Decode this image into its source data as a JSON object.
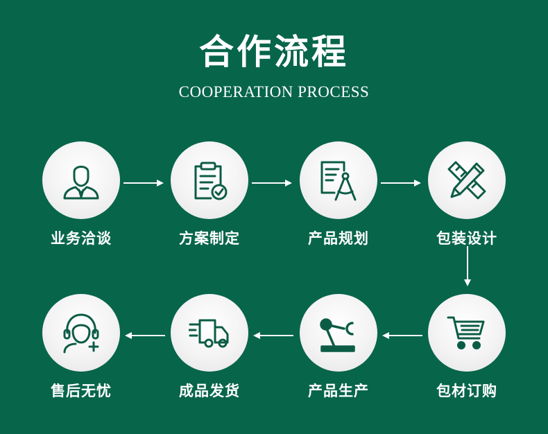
{
  "header": {
    "title": "合作流程",
    "subtitle": "COOPERATION PROCESS"
  },
  "colors": {
    "background": "#07654a",
    "icon_stroke": "#0c5c45",
    "circle": "#f2f2f2",
    "text": "#ffffff"
  },
  "steps": [
    {
      "label": "业务洽谈",
      "icon": "person-suit-icon"
    },
    {
      "label": "方案制定",
      "icon": "clipboard-check-icon"
    },
    {
      "label": "产品规划",
      "icon": "compass-document-icon"
    },
    {
      "label": "包装设计",
      "icon": "ruler-pencil-icon"
    },
    {
      "label": "包材订购",
      "icon": "shopping-cart-icon"
    },
    {
      "label": "产品生产",
      "icon": "robot-arm-icon"
    },
    {
      "label": "成品发货",
      "icon": "delivery-truck-icon"
    },
    {
      "label": "售后无忧",
      "icon": "headset-support-icon"
    }
  ]
}
